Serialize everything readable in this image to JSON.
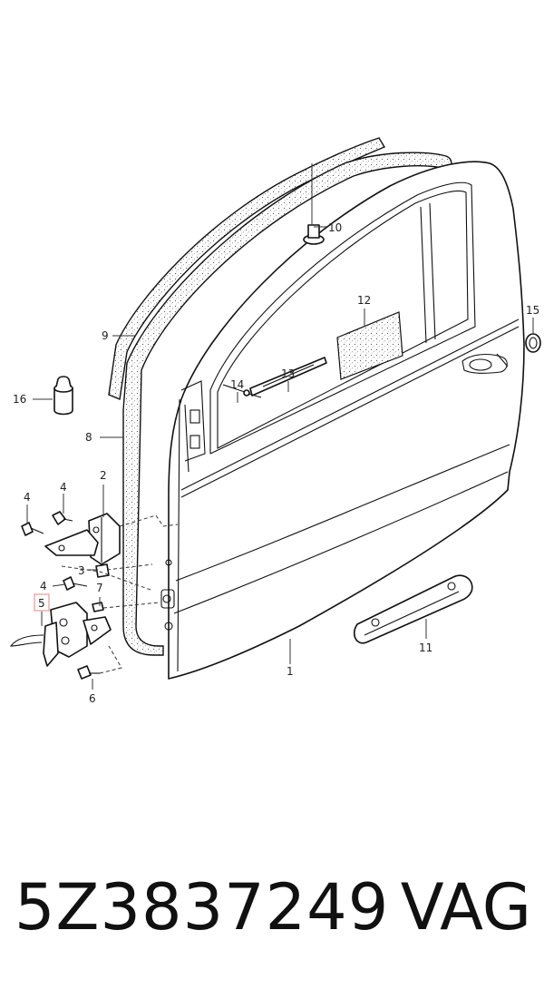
{
  "callouts": {
    "c1": "1",
    "c2": "2",
    "c3": "3",
    "c4a": "4",
    "c4b": "4",
    "c4c": "4",
    "c5": "5",
    "c6": "6",
    "c7": "7",
    "c8": "8",
    "c9": "9",
    "c10": "10",
    "c11": "11",
    "c12": "12",
    "c13": "13",
    "c14": "14",
    "c15": "15",
    "c16": "16"
  },
  "highlighted_callout": "5",
  "footer": {
    "part_number": "5Z3837249",
    "brand": "VAG"
  }
}
